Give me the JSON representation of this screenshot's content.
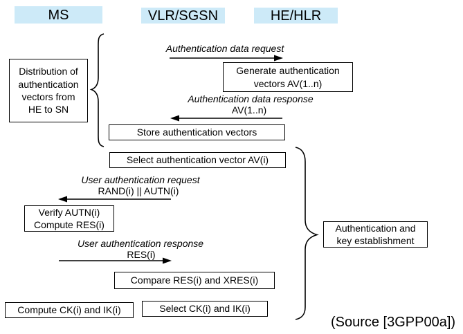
{
  "colors": {
    "header_bg": "#cdeaf8",
    "line": "#000000",
    "background": "#ffffff"
  },
  "headers": {
    "ms": "MS",
    "vlr_sgsn": "VLR/SGSN",
    "he_hlr": "HE/HLR"
  },
  "boxes": {
    "distribution": {
      "line1": "Distribution of",
      "line2": "authentication",
      "line3": "vectors from",
      "line4": "HE to SN"
    },
    "generate": {
      "line1": "Generate authentication",
      "line2": "vectors AV(1..n)"
    },
    "store": {
      "label": "Store authentication vectors"
    },
    "select_av": {
      "label": "Select authentication vector AV(i)"
    },
    "verify": {
      "line1": "Verify AUTN(i)",
      "line2": "Compute RES(i)"
    },
    "compare": {
      "label": "Compare RES(i) and XRES(i)"
    },
    "compute_ck": {
      "label": "Compute CK(i) and IK(i)"
    },
    "select_ck": {
      "label": "Select CK(i) and IK(i)"
    },
    "auth_key": {
      "line1": "Authentication and",
      "line2": "key establishment"
    }
  },
  "messages": {
    "auth_data_request": {
      "label": "Authentication data request",
      "direction": "right"
    },
    "auth_data_response": {
      "label": "Authentication data response",
      "param": "AV(1..n)",
      "direction": "left"
    },
    "user_auth_request": {
      "label": "User authentication request",
      "param": "RAND(i) || AUTN(i)",
      "direction": "left"
    },
    "user_auth_response": {
      "label": "User authentication response",
      "param": "RES(i)",
      "direction": "right"
    }
  },
  "source": "(Source [3GPP00a])"
}
